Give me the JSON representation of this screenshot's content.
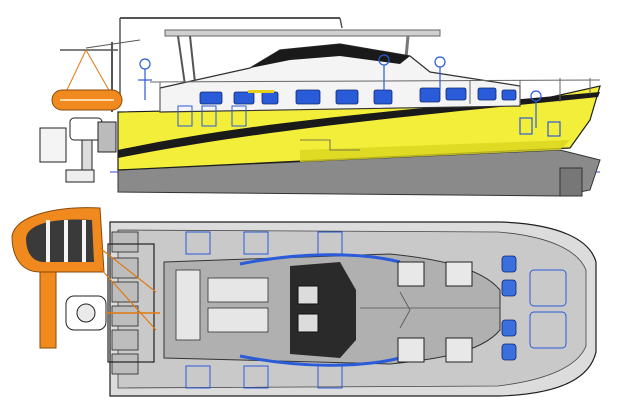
{
  "diagram": {
    "views": [
      {
        "id": "profile",
        "kind": "side elevation"
      },
      {
        "id": "plan",
        "kind": "deck plan"
      }
    ],
    "colors": {
      "hull_yellow": "#f2ee3a",
      "hull_yellow_shade": "#d9d41f",
      "hull_stripe": "#1a1a1a",
      "bottom_gray": "#8a8a8a",
      "deck_gray": "#bfbfbf",
      "deck_light": "#dcdcdc",
      "window_blue": "#2a5bd8",
      "outline": "#1e1e1e",
      "dinghy_orange": "#f08a1e",
      "cushion_blue": "#3a6fe0",
      "waterline": "#3b4bd0"
    },
    "plan_layout": {
      "deck_hatches": 4,
      "helm_seats": 2,
      "forward_cushions": 4,
      "aft_lockers": 6
    }
  }
}
